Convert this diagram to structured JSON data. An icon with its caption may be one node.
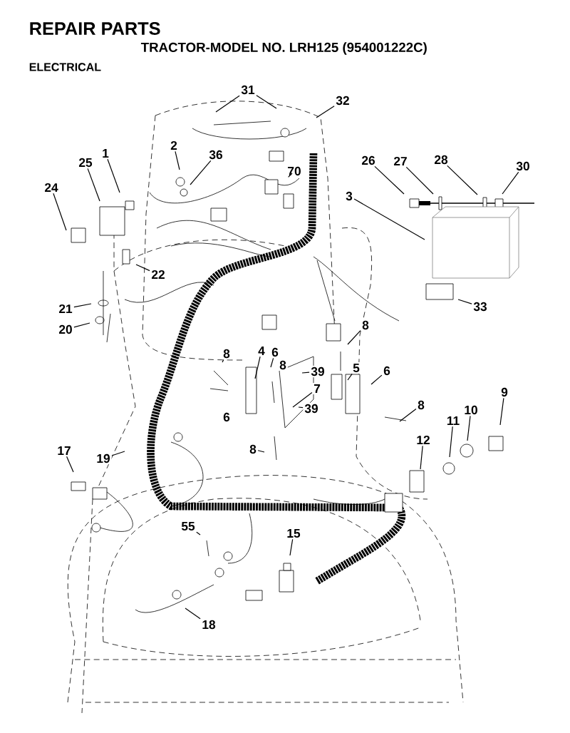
{
  "diagram": {
    "title": "REPAIR PARTS",
    "nodes": [
      {
        "text": [
          "31"
        ]
      },
      {
        "text": [
          "32"
        ]
      },
      {
        "text": [
          "2"
        ]
      },
      {
        "text": [
          "36"
        ]
      },
      {
        "text": [
          "70"
        ]
      },
      {
        "text": [
          "1"
        ]
      },
      {
        "text": [
          "25"
        ]
      },
      {
        "text": [
          "24"
        ]
      },
      {
        "text": [
          "26"
        ]
      },
      {
        "text": [
          "27"
        ]
      },
      {
        "text": [
          "28"
        ]
      },
      {
        "text": [
          "30"
        ]
      },
      {
        "text": [
          "3"
        ]
      },
      {
        "text": [
          "22"
        ]
      },
      {
        "text": [
          "33"
        ]
      },
      {
        "text": [
          "21"
        ]
      },
      {
        "text": [
          "20"
        ]
      },
      {
        "text": [
          "8"
        ]
      },
      {
        "text": [
          "8"
        ]
      },
      {
        "text": [
          "4"
        ]
      },
      {
        "text": [
          "6"
        ]
      },
      {
        "text": [
          "39"
        ]
      },
      {
        "text": [
          "5"
        ]
      },
      {
        "text": [
          "6"
        ]
      },
      {
        "text": [
          "7"
        ]
      },
      {
        "text": [
          "39"
        ]
      },
      {
        "text": [
          "8"
        ]
      },
      {
        "text": [
          "9"
        ]
      },
      {
        "text": [
          "10"
        ]
      },
      {
        "text": [
          "11"
        ]
      },
      {
        "text": [
          "12"
        ]
      },
      {
        "text": [
          "17"
        ]
      },
      {
        "text": [
          "19"
        ]
      },
      {
        "text": [
          "8"
        ]
      },
      {
        "text": [
          "55"
        ]
      },
      {
        "text": [
          "15"
        ]
      },
      {
        "text": [
          "18"
        ]
      },
      {
        "text": [
          "8"
        ]
      },
      {
        "text": [
          "6"
        ]
      }
    ],
    "edges": [
      {
        "from": 0,
        "to": null,
        "arrow": "none"
      },
      {
        "from": 0,
        "to": null,
        "arrow": "none"
      },
      {
        "from": 1,
        "to": null,
        "arrow": "none"
      },
      {
        "from": 2,
        "to": null,
        "arrow": "none"
      },
      {
        "from": 3,
        "to": null,
        "arrow": "none"
      },
      {
        "from": 4,
        "to": null,
        "arrow": "none"
      },
      {
        "from": 5,
        "to": null,
        "arrow": "none"
      },
      {
        "from": 6,
        "to": null,
        "arrow": "none"
      },
      {
        "from": 7,
        "to": null,
        "arrow": "none"
      },
      {
        "from": 8,
        "to": null,
        "arrow": "none"
      },
      {
        "from": 9,
        "to": null,
        "arrow": "none"
      },
      {
        "from": 10,
        "to": null,
        "arrow": "none"
      },
      {
        "from": 11,
        "to": null,
        "arrow": "none"
      },
      {
        "from": 12,
        "to": null,
        "arrow": "none"
      },
      {
        "from": 13,
        "to": null,
        "arrow": "none"
      },
      {
        "from": 14,
        "to": null,
        "arrow": "none"
      },
      {
        "from": 15,
        "to": null,
        "arrow": "none"
      },
      {
        "from": 16,
        "to": null,
        "arrow": "none"
      },
      {
        "from": 17,
        "to": null,
        "arrow": "none"
      },
      {
        "from": 18,
        "to": null,
        "arrow": "none"
      },
      {
        "from": 19,
        "to": null,
        "arrow": "none"
      },
      {
        "from": 20,
        "to": null,
        "arrow": "none"
      },
      {
        "from": 21,
        "to": null,
        "arrow": "none"
      },
      {
        "from": 22,
        "to": null,
        "arrow": "none"
      },
      {
        "from": 23,
        "to": null,
        "arrow": "none"
      },
      {
        "from": 24,
        "to": null,
        "arrow": "none"
      },
      {
        "from": 25,
        "to": null,
        "arrow": "none"
      },
      {
        "from": 26,
        "to": null,
        "arrow": "none"
      },
      {
        "from": 27,
        "to": null,
        "arrow": "none"
      },
      {
        "from": 28,
        "to": null,
        "arrow": "none"
      },
      {
        "from": 29,
        "to": null,
        "arrow": "none"
      },
      {
        "from": 30,
        "to": null,
        "arrow": "none"
      },
      {
        "from": 31,
        "to": null,
        "arrow": "none"
      },
      {
        "from": 32,
        "to": null,
        "arrow": "none"
      },
      {
        "from": 33,
        "to": null,
        "arrow": "none"
      },
      {
        "from": 34,
        "to": null,
        "arrow": "none"
      },
      {
        "from": 35,
        "to": null,
        "arrow": "none"
      },
      {
        "from": 36,
        "to": null,
        "arrow": "none"
      }
    ],
    "labels": [
      "TRACTOR-MODEL NO. LRH125 (954001222C)",
      "ELECTRICAL"
    ]
  }
}
